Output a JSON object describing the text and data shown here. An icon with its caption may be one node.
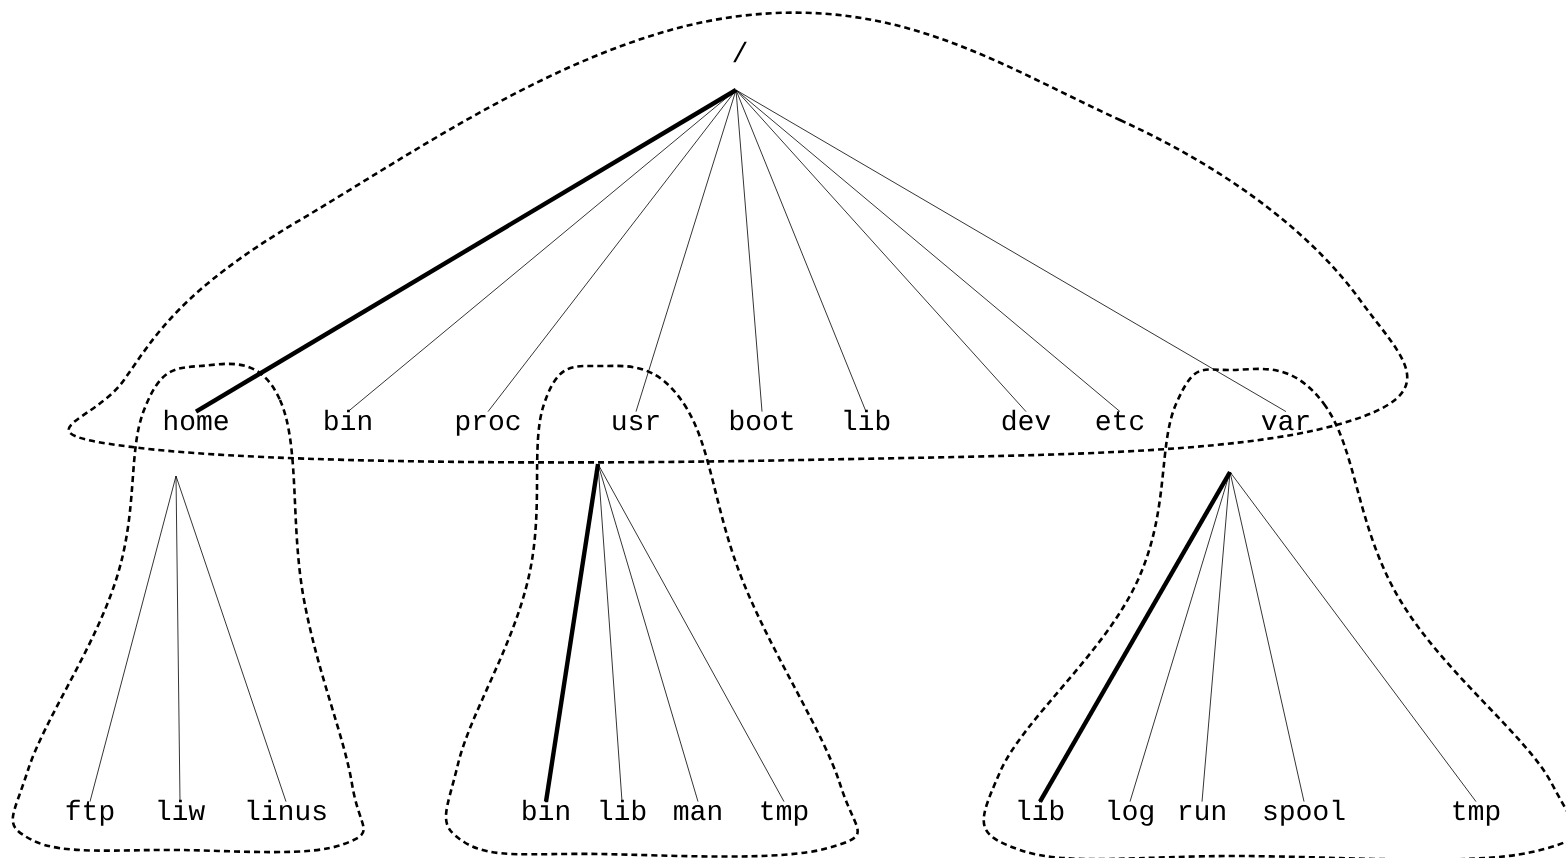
{
  "diagram": {
    "nodes": [
      {
        "text": [
          "/"
        ]
      },
      {
        "text": [
          "home"
        ]
      },
      {
        "text": [
          "bin"
        ]
      },
      {
        "text": [
          "proc"
        ]
      },
      {
        "text": [
          "usr"
        ]
      },
      {
        "text": [
          "boot"
        ]
      },
      {
        "text": [
          "lib"
        ]
      },
      {
        "text": [
          "dev"
        ]
      },
      {
        "text": [
          "etc"
        ]
      },
      {
        "text": [
          "var"
        ]
      },
      {
        "text": [
          "ftp"
        ]
      },
      {
        "text": [
          "liw"
        ]
      },
      {
        "text": [
          "linus"
        ]
      },
      {
        "text": [
          "bin"
        ]
      },
      {
        "text": [
          "lib"
        ]
      },
      {
        "text": [
          "man"
        ]
      },
      {
        "text": [
          "tmp"
        ]
      },
      {
        "text": [
          "lib"
        ]
      },
      {
        "text": [
          "log"
        ]
      },
      {
        "text": [
          "run"
        ]
      },
      {
        "text": [
          "spool"
        ]
      },
      {
        "text": [
          "tmp"
        ]
      }
    ],
    "edges": [
      {
        "from": 0,
        "to": 1,
        "arrow": "none",
        "style": "thick"
      },
      {
        "from": 0,
        "to": 2,
        "arrow": "none"
      },
      {
        "from": 0,
        "to": 3,
        "arrow": "none"
      },
      {
        "from": 0,
        "to": 4,
        "arrow": "none"
      },
      {
        "from": 0,
        "to": 5,
        "arrow": "none"
      },
      {
        "from": 0,
        "to": 6,
        "arrow": "none"
      },
      {
        "from": 0,
        "to": 7,
        "arrow": "none"
      },
      {
        "from": 0,
        "to": 8,
        "arrow": "none"
      },
      {
        "from": 0,
        "to": 9,
        "arrow": "none"
      },
      {
        "from": 1,
        "to": 10,
        "arrow": "none"
      },
      {
        "from": 1,
        "to": 11,
        "arrow": "none"
      },
      {
        "from": 1,
        "to": 12,
        "arrow": "none"
      },
      {
        "from": 4,
        "to": 13,
        "arrow": "none",
        "style": "thick"
      },
      {
        "from": 4,
        "to": 14,
        "arrow": "none"
      },
      {
        "from": 4,
        "to": 15,
        "arrow": "none"
      },
      {
        "from": 4,
        "to": 16,
        "arrow": "none"
      },
      {
        "from": 9,
        "to": 17,
        "arrow": "none",
        "style": "thick"
      },
      {
        "from": 9,
        "to": 18,
        "arrow": "none"
      },
      {
        "from": 9,
        "to": 19,
        "arrow": "none"
      },
      {
        "from": 9,
        "to": 20,
        "arrow": "none"
      },
      {
        "from": 9,
        "to": 21,
        "arrow": "none"
      }
    ]
  }
}
